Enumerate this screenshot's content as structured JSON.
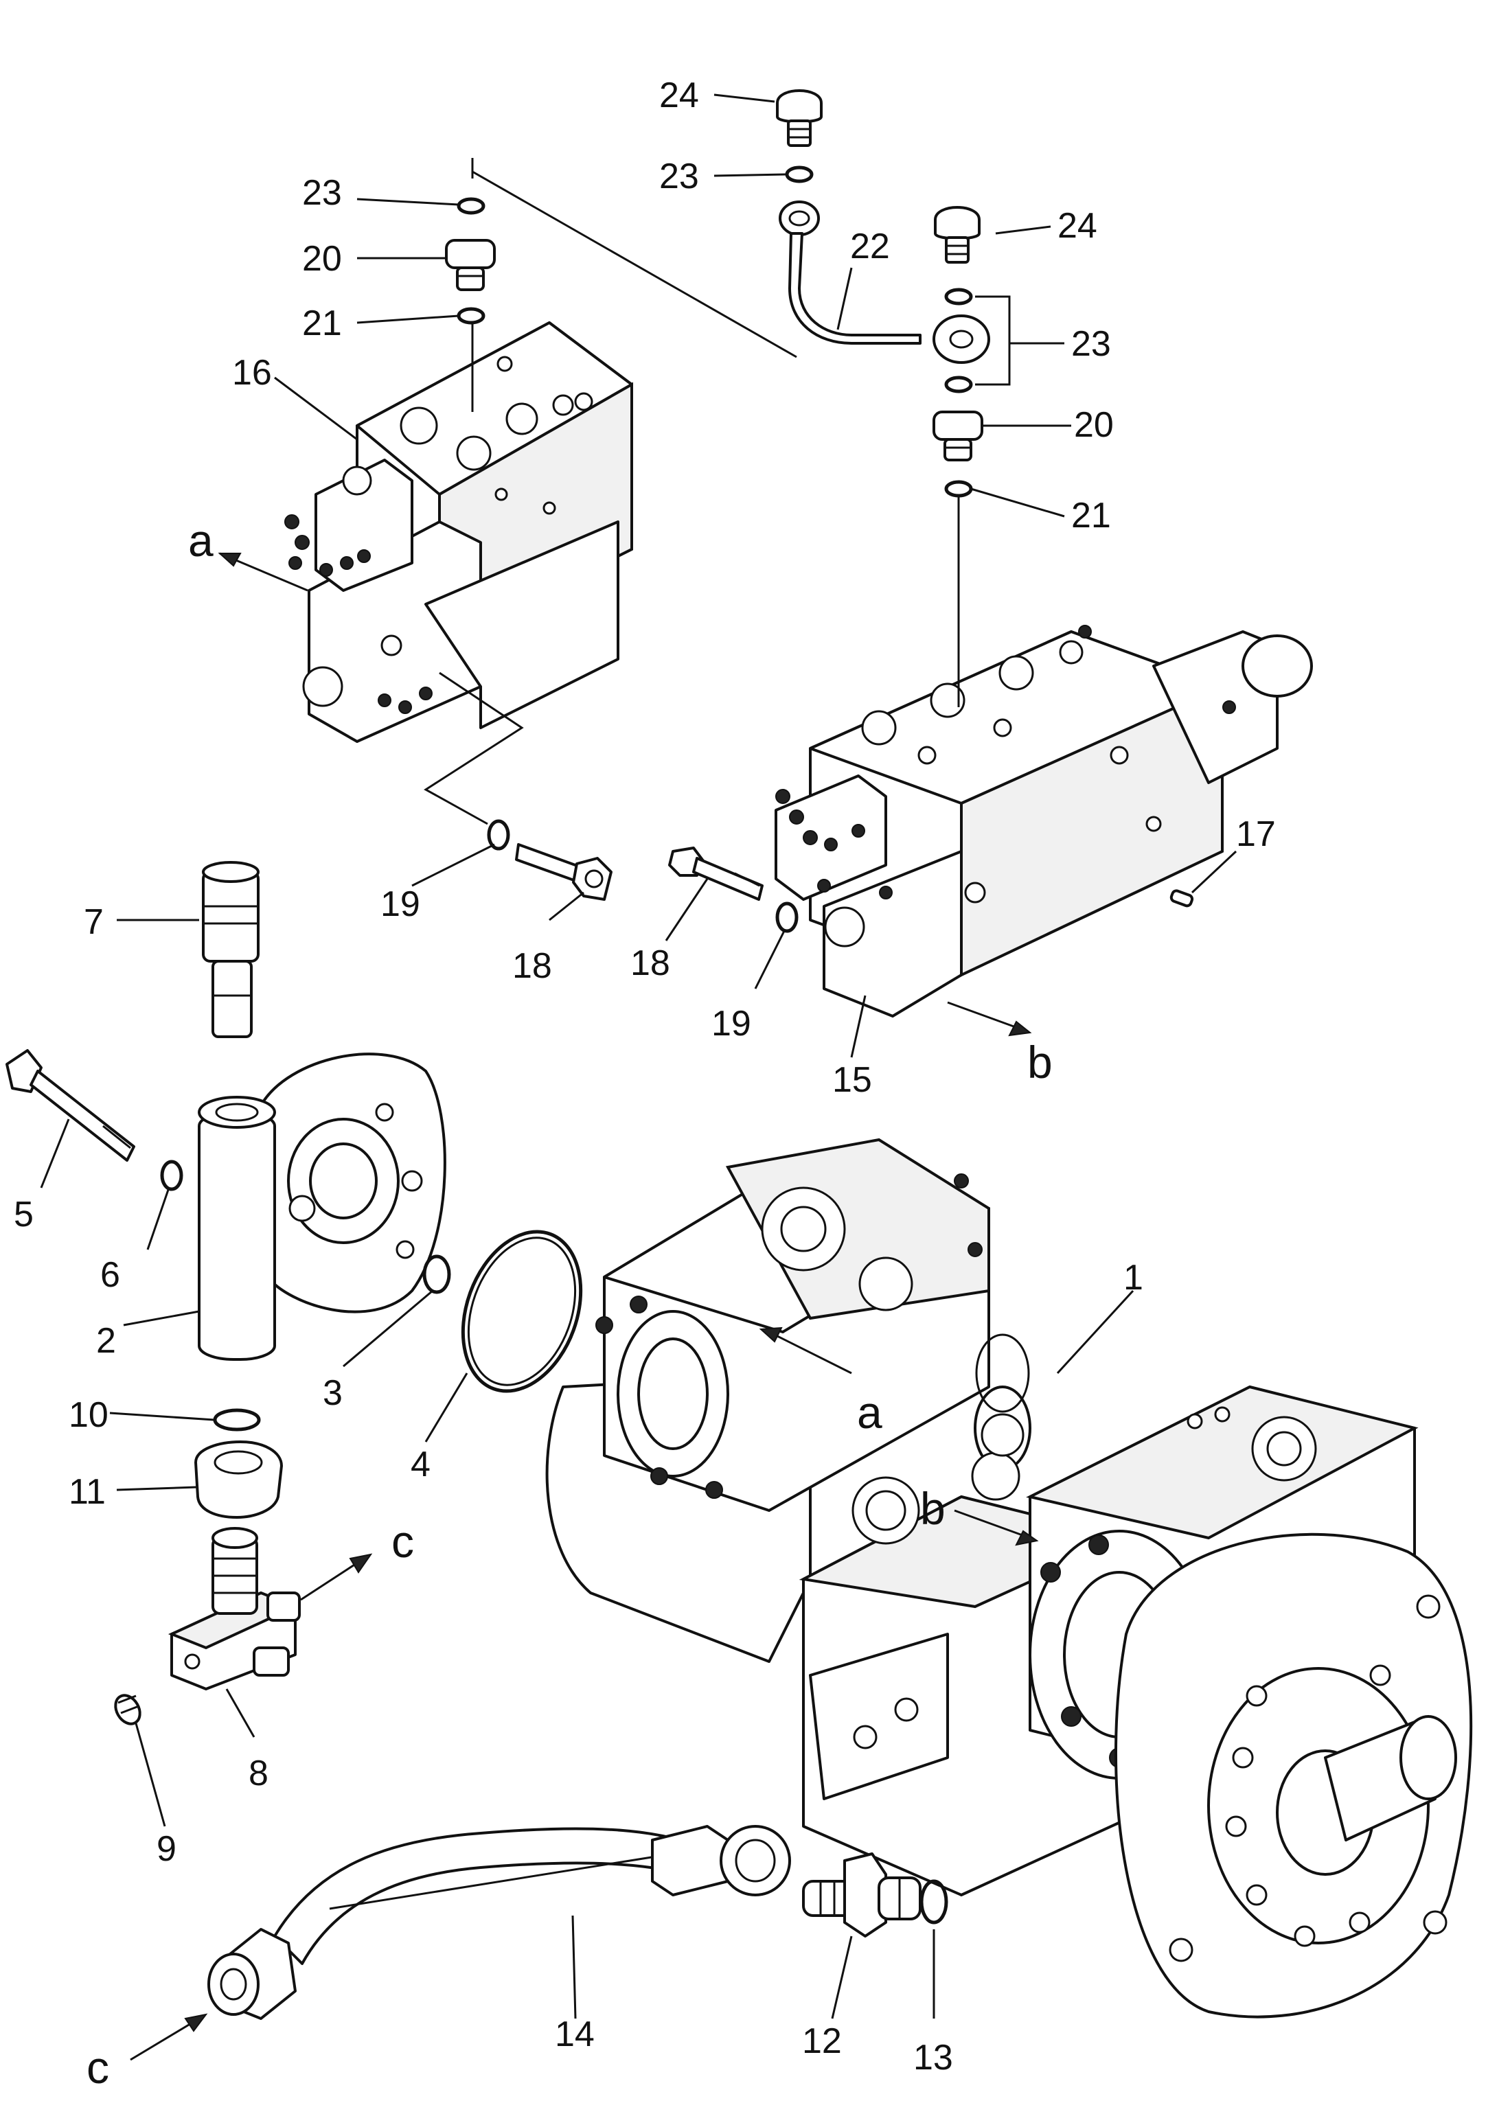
{
  "callouts": {
    "c1": "1",
    "c2": "2",
    "c3": "3",
    "c4": "4",
    "c5": "5",
    "c6": "6",
    "c7": "7",
    "c8": "8",
    "c9": "9",
    "c10": "10",
    "c11": "11",
    "c12": "12",
    "c13": "13",
    "c14": "14",
    "c15": "15",
    "c16": "16",
    "c17": "17",
    "c18": "18",
    "c19": "19",
    "c20": "20",
    "c21": "21",
    "c22": "22",
    "c23": "23",
    "c24": "24"
  },
  "refs": {
    "a": "a",
    "b": "b",
    "c": "c"
  },
  "colors": {
    "line": "#111111",
    "background": "#ffffff"
  }
}
